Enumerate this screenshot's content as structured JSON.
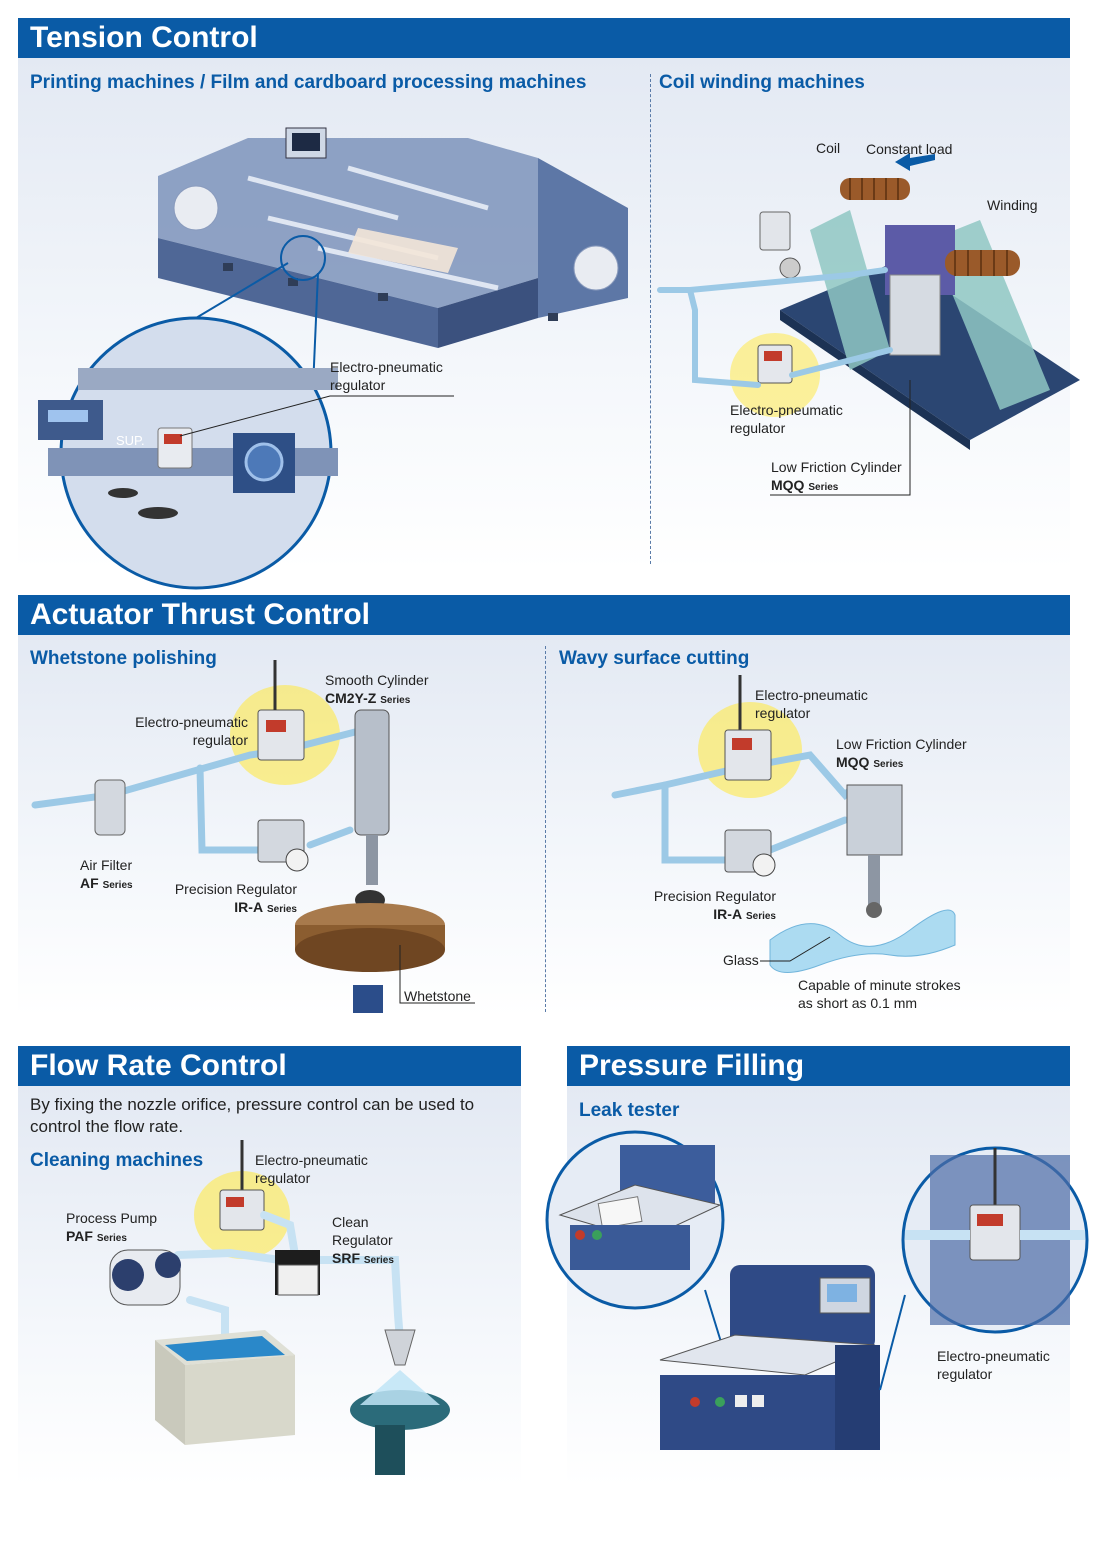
{
  "tension": {
    "title": "Tension Control",
    "printing": {
      "heading": "Printing machines / Film and cardboard processing machines",
      "epr_line1": "Electro-pneumatic",
      "epr_line2": "regulator",
      "sup": "SUP."
    },
    "coil": {
      "heading": "Coil winding machines",
      "coil": "Coil",
      "load": "Constant load",
      "winding": "Winding",
      "epr_line1": "Electro-pneumatic",
      "epr_line2": "regulator",
      "cyl_name": "Low Friction Cylinder",
      "cyl_code": "MQQ",
      "cyl_series": "Series"
    }
  },
  "thrust": {
    "title": "Actuator Thrust Control",
    "whetstone": {
      "heading": "Whetstone polishing",
      "smooth_name": "Smooth Cylinder",
      "smooth_code": "CM2Y-Z",
      "smooth_series": "Series",
      "epr_line1": "Electro-pneumatic",
      "epr_line2": "regulator",
      "filter_name": "Air Filter",
      "filter_code": "AF",
      "filter_series": "Series",
      "prec_name": "Precision Regulator",
      "prec_code": "IR-A",
      "prec_series": "Series",
      "whetstone": "Whetstone"
    },
    "wavy": {
      "heading": "Wavy surface cutting",
      "epr_line1": "Electro-pneumatic",
      "epr_line2": "regulator",
      "cyl_name": "Low Friction Cylinder",
      "cyl_code": "MQQ",
      "cyl_series": "Series",
      "prec_name": "Precision Regulator",
      "prec_code": "IR-A",
      "prec_series": "Series",
      "glass": "Glass",
      "note_line1": "Capable of minute strokes",
      "note_line2": "as short as 0.1 mm"
    }
  },
  "flow": {
    "title": "Flow Rate Control",
    "intro_line1": "By fixing the nozzle orifice, pressure control can be used to",
    "intro_line2": "control the flow rate.",
    "heading": "Cleaning machines",
    "epr_line1": "Electro-pneumatic",
    "epr_line2": "regulator",
    "pump_name": "Process Pump",
    "pump_code": "PAF",
    "pump_series": "Series",
    "clean_line1": "Clean",
    "clean_line2": "Regulator",
    "clean_code": "SRF",
    "clean_series": "Series"
  },
  "filling": {
    "title": "Pressure Filling",
    "heading": "Leak tester",
    "epr_line1": "Electro-pneumatic",
    "epr_line2": "regulator"
  },
  "colors": {
    "banner": "#0a5ba6",
    "heading": "#0a5ba6",
    "glow": "#ffe94a"
  }
}
